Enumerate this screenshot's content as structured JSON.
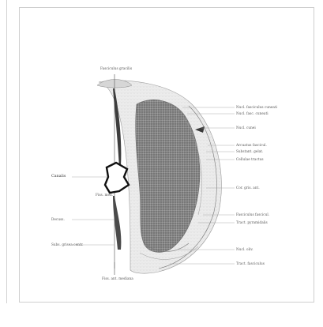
{
  "figure": {
    "labels": {
      "top": "Fasciculus gracilis",
      "right_1": "Nucl. fasciculus cuneati",
      "right_2": "Nucl. fasc. cuneati",
      "right_3": "Nucl. cunei",
      "right_4": "Arcuatus fascicul.",
      "right_5": "Substant. gelat.",
      "right_6": "Cellulae tractus",
      "right_7": "Cor. gris. ant.",
      "right_8": "Fasciculus fascicul.",
      "right_9": "Tract. pyramidalis",
      "right_10": "Nucl. oliv.",
      "right_11": "Tract. fasciculus",
      "left_1": "Canalis",
      "left_2": "Fiss. med.",
      "left_3": "Decuss.",
      "left_4": "Subs. grisea centr.",
      "bottom": "Fiss. ant. mediana"
    }
  }
}
